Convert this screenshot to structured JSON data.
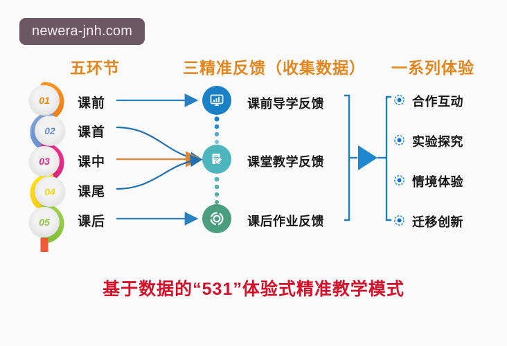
{
  "watermark": {
    "text": "newera-jnh.com"
  },
  "headers": {
    "left": "五环节",
    "middle": "三精准反馈（收集数据）",
    "right": "一系列体验"
  },
  "stages": {
    "items": [
      {
        "number": "01",
        "label": "课前",
        "color": "#ef8418",
        "num_color": "#ef8418"
      },
      {
        "number": "02",
        "label": "课首",
        "color": "#6a90cf",
        "num_color": "#6a90cf"
      },
      {
        "number": "03",
        "label": "课中",
        "color": "#e52a8b",
        "num_color": "#e52a8b"
      },
      {
        "number": "04",
        "label": "课尾",
        "color": "#ffd породи00",
        "num_color": "#f5d916"
      },
      {
        "number": "05",
        "label": "课后",
        "color": "#8cc63f",
        "num_color": "#8cc63f"
      }
    ]
  },
  "feedback": {
    "items": [
      {
        "label": "课前导学反馈",
        "icon": "monitor-chart-icon",
        "color": "#1b81c6"
      },
      {
        "label": "课堂教学反馈",
        "icon": "document-pencil-icon",
        "color": "#4db6bd"
      },
      {
        "label": "课后作业反馈",
        "icon": "target-ring-icon",
        "color": "#4a9e7f"
      }
    ]
  },
  "experiences": {
    "items": [
      {
        "label": "合作互动",
        "icon": "ring-dot-icon"
      },
      {
        "label": "实验探究",
        "icon": "ring-dot-icon"
      },
      {
        "label": "情境体验",
        "icon": "ring-dot-icon"
      },
      {
        "label": "迁移创新",
        "icon": "ring-dot-icon"
      }
    ]
  },
  "connectors": {
    "stage_to_feedback": [
      {
        "from": "课前",
        "to": "课前导学反馈",
        "style": "straight",
        "color": "#2a7fc1"
      },
      {
        "from": "课首",
        "to": "课堂教学反馈",
        "style": "curve-down",
        "color": "#1f6fb2"
      },
      {
        "from": "课中",
        "to": "课堂教学反馈",
        "style": "straight",
        "color": "#d9883c"
      },
      {
        "from": "课尾",
        "to": "课堂教学反馈",
        "style": "curve-up",
        "color": "#1f6fb2"
      },
      {
        "from": "课后",
        "to": "课后作业反馈",
        "style": "straight",
        "color": "#2a7fc1"
      }
    ],
    "feedback_to_experience": {
      "style": "bracket-arrow",
      "color": "#1c7fc4"
    }
  },
  "colors": {
    "header": "#e2871f",
    "title": "#d4112a",
    "background": "#fbfafa",
    "watermark_bg": "#6d5762"
  },
  "bottom_title": "基于数据的“531”体验式精准教学模式"
}
